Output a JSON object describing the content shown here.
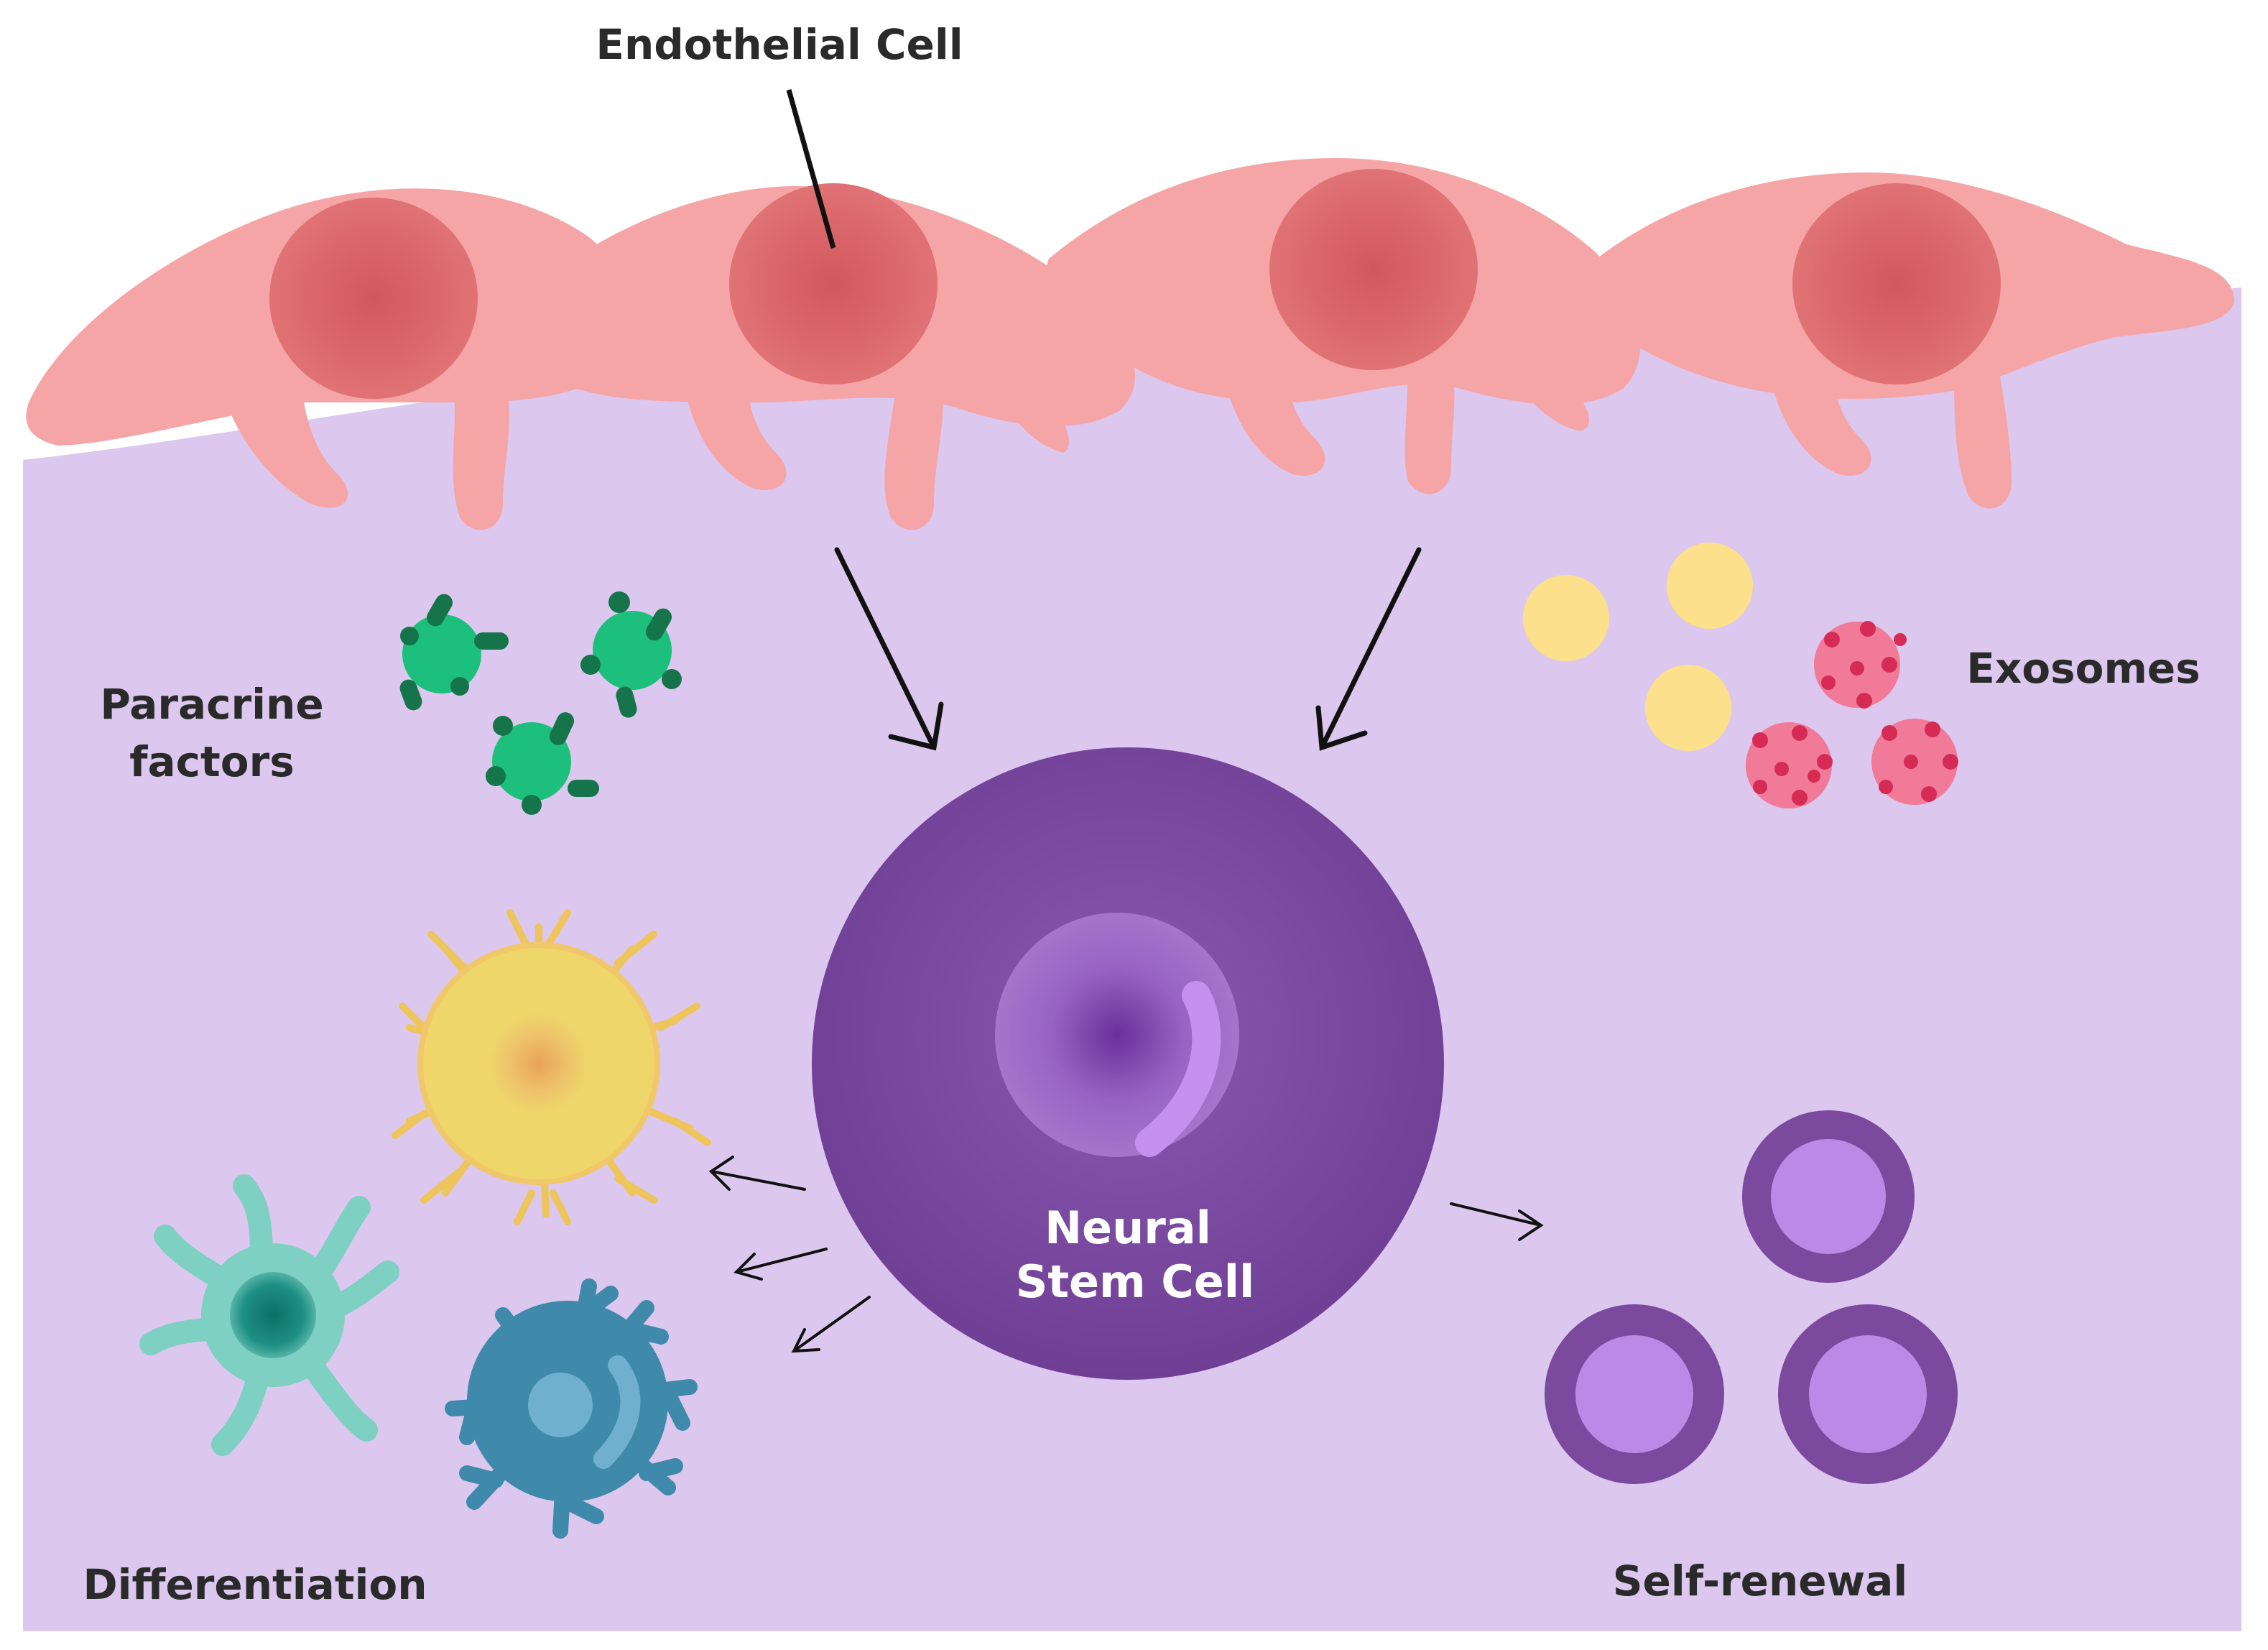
{
  "labels": {
    "endothelial": "Endothelial Cell",
    "paracrine_line1": "Paracrine",
    "paracrine_line2": "factors",
    "exosomes": "Exosomes",
    "nsc_line1": "Neural",
    "nsc_line2": "Stem Cell",
    "differentiation": "Differentiation",
    "self_renewal": "Self-renewal"
  },
  "colors": {
    "background": "#dcc7ee",
    "endothelial_body": "#f6a5a7",
    "endothelial_nucleus": "#d86467",
    "paracrine": "#1dbf7d",
    "paracrine_dots": "#16744a",
    "exosome_yellow": "#fde08b",
    "exosome_pink": "#f07a98",
    "exosome_dots": "#d62b55",
    "nsc_body": "#7b4a9e",
    "astrocyte_yellow": "#eed66a",
    "microglia_teal": "#7ed0c2",
    "oligo_blue": "#3f89aa",
    "renewal_outer": "#7b4a9e",
    "renewal_inner": "#bb8ae6"
  }
}
